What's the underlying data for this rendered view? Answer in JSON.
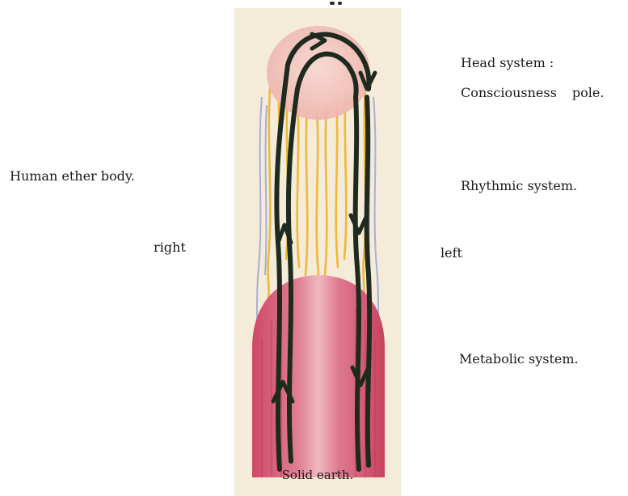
{
  "labels": {
    "human_ether_body": "Human ether body.",
    "right": "right",
    "head_system": "Head system :",
    "consciousness_pole": "Consciousness pole.",
    "rhythmic_system": "Rhythmic system.",
    "left": "left",
    "metabolic_system": "Metabolic system.",
    "solid_earth": "Solid earth."
  },
  "colors": {
    "paper": "#f4ecd9",
    "head_pink": "#f2c4be",
    "metabolic_red": "#d8546f",
    "metabolic_light": "#eaa0ad",
    "ether_yellow": "#efb83a",
    "ether_blue": "#9aa6d4",
    "arrows": "#1f2a1f"
  }
}
